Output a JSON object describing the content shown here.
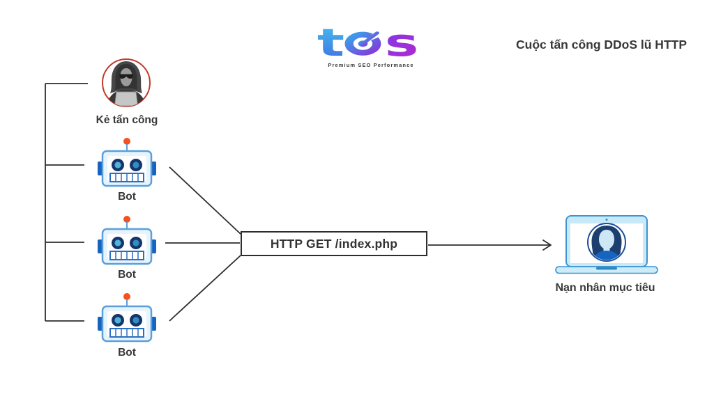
{
  "header": {
    "logo": {
      "letter_t": "t",
      "letter_s": "s",
      "tagline": "Premium SEO Performance"
    },
    "title": "Cuộc tấn công DDoS lũ HTTP"
  },
  "diagram": {
    "attacker": {
      "label": "Kẻ tấn công"
    },
    "bots": [
      {
        "label": "Bot"
      },
      {
        "label": "Bot"
      },
      {
        "label": "Bot"
      }
    ],
    "request_box": {
      "label": "HTTP GET /index.php"
    },
    "victim": {
      "label": "Nạn nhân mục tiêu"
    }
  },
  "colors": {
    "line": "#2d2d2d",
    "attacker_ring": "#c0392b",
    "bot_border": "#5a9fdc",
    "bot_fill": "#e8f4fd",
    "bot_ear": "#1565c0",
    "bot_antenna_dot": "#f4511e",
    "laptop_border": "#3d94d1",
    "laptop_fill": "#c7e9f8",
    "avatar_navy": "#1c3f70",
    "avatar_shirt": "#1565c0",
    "logo_blue": "#41b0ea",
    "logo_purple": "#8a2be2"
  }
}
